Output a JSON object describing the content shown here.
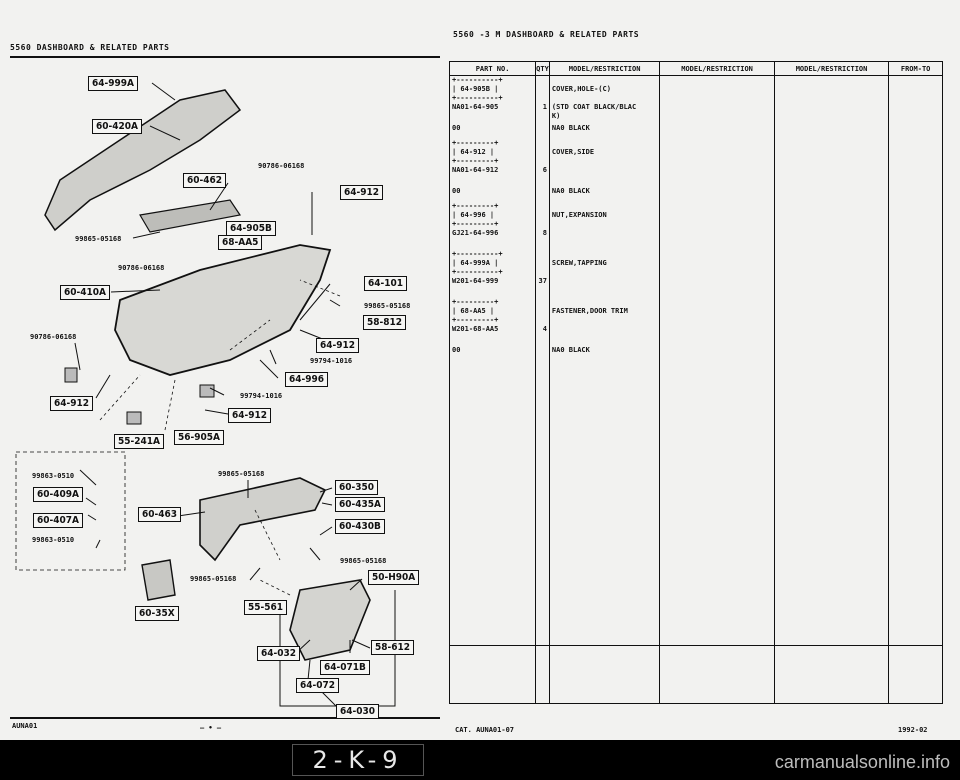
{
  "header": {
    "left_title": "5560   DASHBOARD & RELATED PARTS",
    "right_title": "5560 -3 M  DASHBOARD & RELATED PARTS"
  },
  "diagram": {
    "tags": [
      "64-999A",
      "60-420A",
      "60-462",
      "64-912",
      "64-905B",
      "68-AA5",
      "64-101",
      "60-410A",
      "58-812",
      "64-912",
      "64-996",
      "64-912",
      "64-912",
      "55-241A",
      "56-905A",
      "60-409A",
      "60-407A",
      "60-350",
      "60-435A",
      "60-463",
      "60-430B",
      "50-H90A",
      "60-35X",
      "55-561",
      "58-612",
      "64-032",
      "64-071B",
      "64-072",
      "64-030"
    ],
    "numbers": [
      "90786-06168",
      "99865-05168",
      "90786-06168",
      "99865-05168",
      "90786-06168",
      "99794-1016",
      "99794-1016",
      "99863-0510",
      "99863-0510",
      "99865-05168",
      "99865-05168",
      "99865-05168"
    ]
  },
  "table": {
    "headers": [
      "PART NO.",
      "QTY",
      "MODEL/RESTRICTION",
      "MODEL/RESTRICTION",
      "MODEL/RESTRICTION",
      "FROM-TO"
    ],
    "rows": [
      {
        "part": [
          "+----------+",
          "| 64-905B |",
          "+----------+",
          "NA01-64-905"
        ],
        "qty": "1",
        "desc": [
          "",
          "COVER,HOLE-(C)",
          "",
          "(STD COAT BLACK/BLAC",
          "K)"
        ]
      },
      {
        "part": [
          "00"
        ],
        "qty": "",
        "desc": [
          "NA0 BLACK"
        ]
      },
      {
        "part": [
          "+---------+",
          "| 64-912 |",
          "+---------+",
          "NA01-64-912"
        ],
        "qty": "6",
        "desc": [
          "",
          "COVER,SIDE"
        ]
      },
      {
        "part": [
          "00"
        ],
        "qty": "",
        "desc": [
          "NA0 BLACK"
        ]
      },
      {
        "part": [
          "+---------+",
          "| 64-996 |",
          "+---------+",
          "GJ21-64-996"
        ],
        "qty": "8",
        "desc": [
          "",
          "NUT,EXPANSION"
        ]
      },
      {
        "part": [
          "+----------+",
          "| 64-999A |",
          "+----------+",
          "W201-64-999"
        ],
        "qty": "37",
        "desc": [
          "",
          "SCREW,TAPPING"
        ]
      },
      {
        "part": [
          "+---------+",
          "| 68-AA5 |",
          "+---------+",
          "W201-68-AA5"
        ],
        "qty": "4",
        "desc": [
          "",
          "FASTENER,DOOR TRIM"
        ]
      },
      {
        "part": [
          "00"
        ],
        "qty": "",
        "desc": [
          "NA0 BLACK"
        ]
      }
    ]
  },
  "footer": {
    "left_code": "AUNA01",
    "dashes": "— • —",
    "cat": "CAT. AUNA01-07",
    "date": "1992-02"
  },
  "page_label": "2-K-9",
  "watermark": "carmanualsonline.info"
}
